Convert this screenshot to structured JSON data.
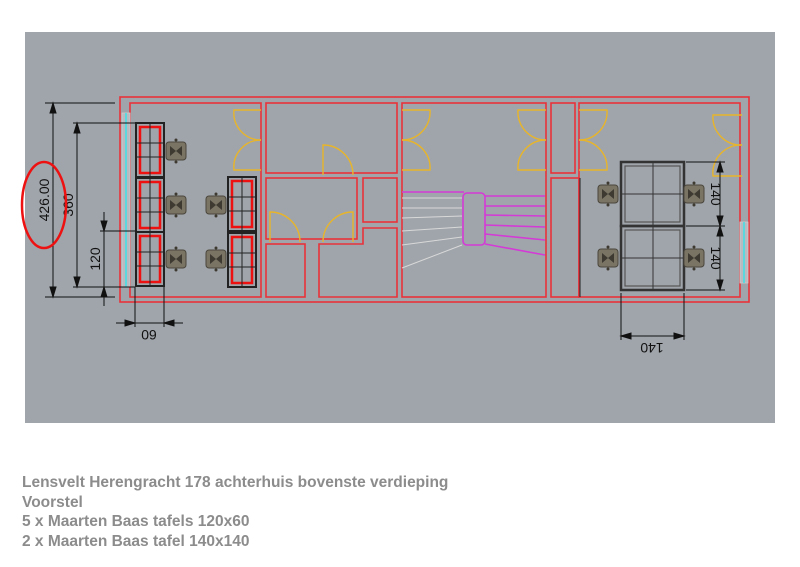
{
  "plan": {
    "dimensions": {
      "overall_depth": "426.00",
      "tables_run": "360",
      "table_length": "120",
      "table_width": "60",
      "square_table_1": "140",
      "square_table_2": "140",
      "square_table_width": "140"
    },
    "colors": {
      "background": "#a0a5ab",
      "walls": "#e8313a",
      "doors": "#e8b52a",
      "stairs": "#d43ad6",
      "windows": "#3fe0e8",
      "highlight": "#ee1111"
    }
  },
  "caption": {
    "lines": [
      "Lensvelt Herengracht 178 achterhuis bovenste verdieping",
      "Voorstel",
      "5 x Maarten Baas tafels 120x60",
      "2 x Maarten Baas tafel 140x140"
    ]
  }
}
